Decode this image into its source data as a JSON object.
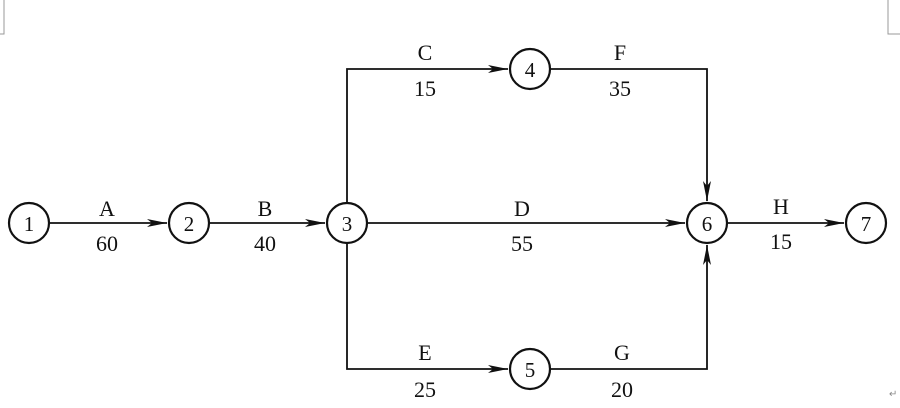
{
  "diagram": {
    "type": "activity-on-arrow network",
    "nodes": [
      {
        "id": "1",
        "label": "1"
      },
      {
        "id": "2",
        "label": "2"
      },
      {
        "id": "3",
        "label": "3"
      },
      {
        "id": "4",
        "label": "4"
      },
      {
        "id": "5",
        "label": "5"
      },
      {
        "id": "6",
        "label": "6"
      },
      {
        "id": "7",
        "label": "7"
      }
    ],
    "activities": [
      {
        "name": "A",
        "duration": "60",
        "from": "1",
        "to": "2"
      },
      {
        "name": "B",
        "duration": "40",
        "from": "2",
        "to": "3"
      },
      {
        "name": "C",
        "duration": "15",
        "from": "3",
        "to": "4"
      },
      {
        "name": "D",
        "duration": "55",
        "from": "3",
        "to": "6"
      },
      {
        "name": "E",
        "duration": "25",
        "from": "3",
        "to": "5"
      },
      {
        "name": "F",
        "duration": "35",
        "from": "4",
        "to": "6"
      },
      {
        "name": "G",
        "duration": "20",
        "from": "5",
        "to": "6"
      },
      {
        "name": "H",
        "duration": "15",
        "from": "6",
        "to": "7"
      }
    ],
    "paragraph_mark": "↵"
  }
}
